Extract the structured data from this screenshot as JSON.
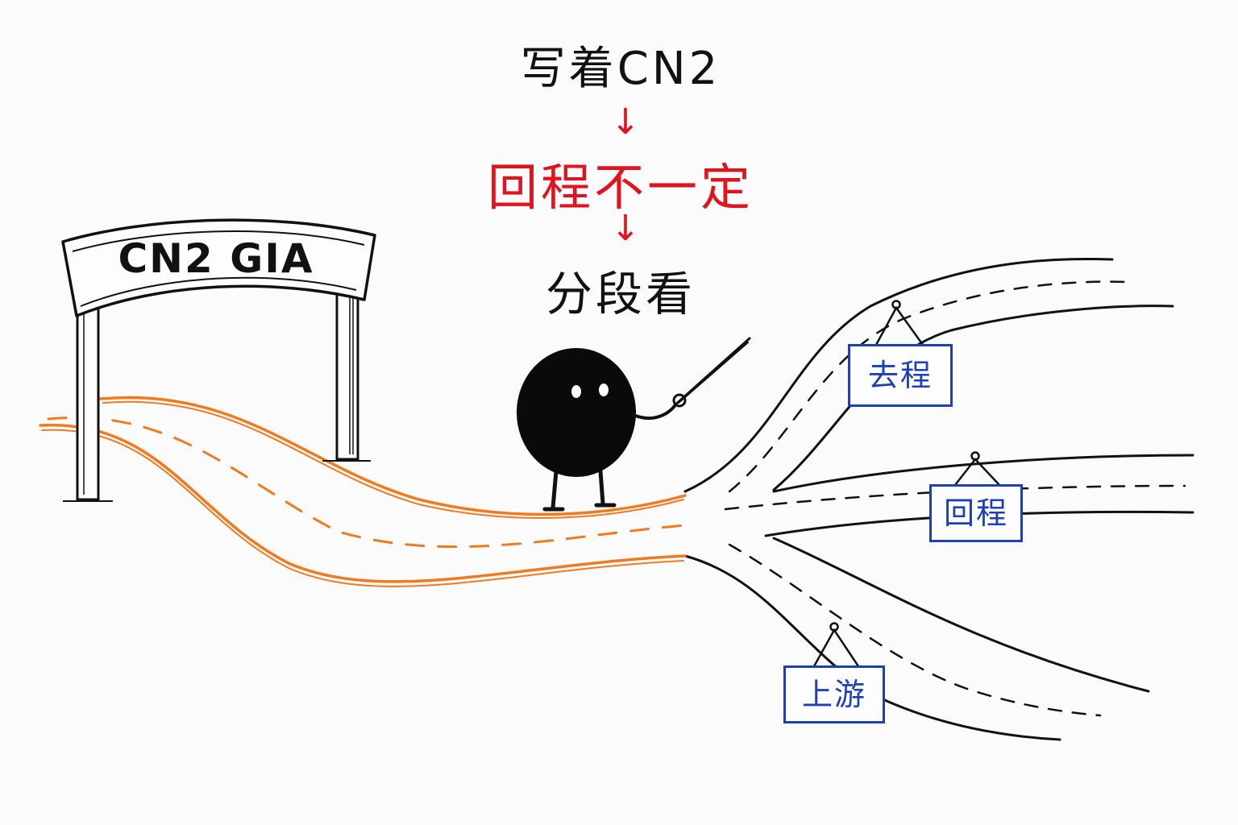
{
  "caption": {
    "line1": "写着CN2",
    "arrow": "↓",
    "line2": "回程不一定",
    "line3": "分段看"
  },
  "arch": {
    "label": "CN2 GIA"
  },
  "signs": {
    "outbound": "去程",
    "return": "回程",
    "upstream": "上游"
  },
  "colors": {
    "caption_text": "#111111",
    "highlight_red": "#e0141e",
    "road_orange": "#f07a1e",
    "sign_blue": "#1f3fb8",
    "ink": "#111111"
  },
  "icons": {
    "character": "round-black-character-icon",
    "pointer": "pointer-stick-icon"
  }
}
